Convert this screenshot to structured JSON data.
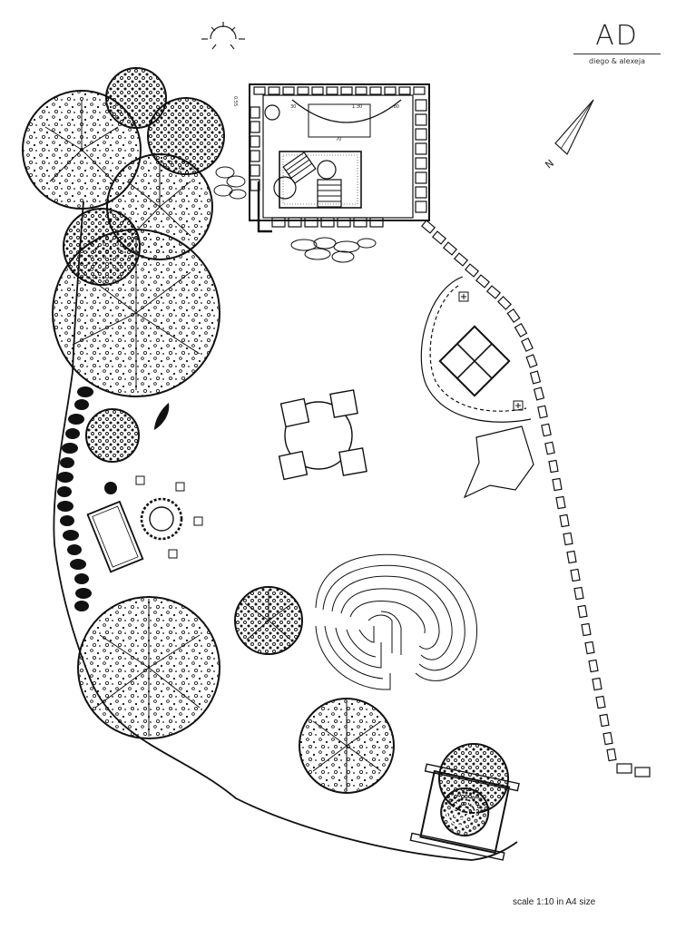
{
  "brand": {
    "mark": "AD",
    "subtitle": "diego & alexeja"
  },
  "scale_note": "scale 1:10 in A4 size",
  "north_label": "N",
  "plan_dims": {
    "d1": "0.55",
    "d2": "30",
    "d3": "1.30",
    "d4": ".80",
    "d5": "70"
  },
  "icons": [
    "sun-icon",
    "north-arrow-icon"
  ]
}
